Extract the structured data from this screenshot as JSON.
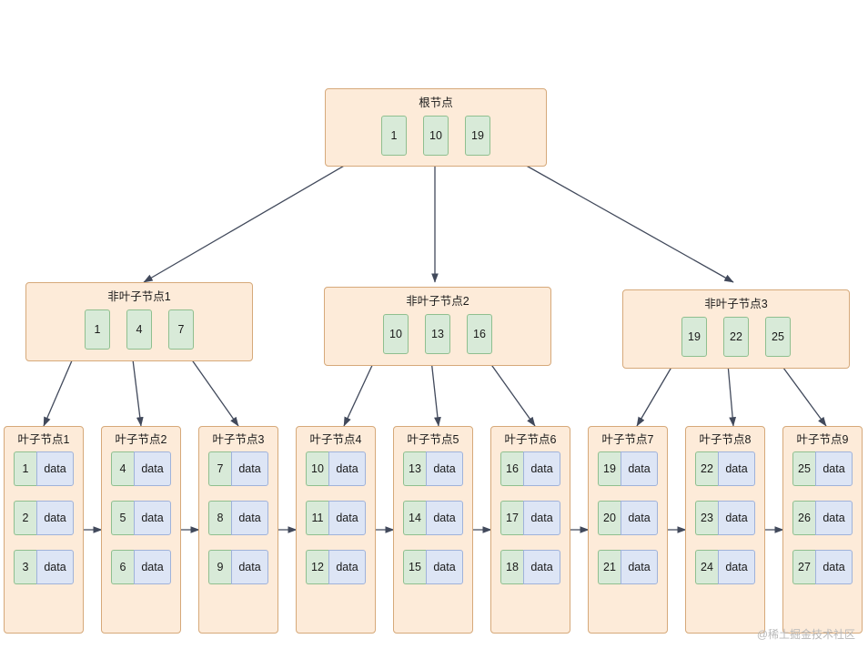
{
  "diagram": {
    "title_root": "根节点",
    "root": {
      "label": "根节点",
      "keys": [
        "1",
        "10",
        "19"
      ]
    },
    "internals": [
      {
        "label": "非叶子节点1",
        "keys": [
          "1",
          "4",
          "7"
        ]
      },
      {
        "label": "非叶子节点2",
        "keys": [
          "10",
          "13",
          "16"
        ]
      },
      {
        "label": "非叶子节点3",
        "keys": [
          "19",
          "22",
          "25"
        ]
      }
    ],
    "leaves": [
      {
        "label": "叶子节点1",
        "rows": [
          {
            "key": "1",
            "value": "data"
          },
          {
            "key": "2",
            "value": "data"
          },
          {
            "key": "3",
            "value": "data"
          }
        ]
      },
      {
        "label": "叶子节点2",
        "rows": [
          {
            "key": "4",
            "value": "data"
          },
          {
            "key": "5",
            "value": "data"
          },
          {
            "key": "6",
            "value": "data"
          }
        ]
      },
      {
        "label": "叶子节点3",
        "rows": [
          {
            "key": "7",
            "value": "data"
          },
          {
            "key": "8",
            "value": "data"
          },
          {
            "key": "9",
            "value": "data"
          }
        ]
      },
      {
        "label": "叶子节点4",
        "rows": [
          {
            "key": "10",
            "value": "data"
          },
          {
            "key": "11",
            "value": "data"
          },
          {
            "key": "12",
            "value": "data"
          }
        ]
      },
      {
        "label": "叶子节点5",
        "rows": [
          {
            "key": "13",
            "value": "data"
          },
          {
            "key": "14",
            "value": "data"
          },
          {
            "key": "15",
            "value": "data"
          }
        ]
      },
      {
        "label": "叶子节点6",
        "rows": [
          {
            "key": "16",
            "value": "data"
          },
          {
            "key": "17",
            "value": "data"
          },
          {
            "key": "18",
            "value": "data"
          }
        ]
      },
      {
        "label": "叶子节点7",
        "rows": [
          {
            "key": "19",
            "value": "data"
          },
          {
            "key": "20",
            "value": "data"
          },
          {
            "key": "21",
            "value": "data"
          }
        ]
      },
      {
        "label": "叶子节点8",
        "rows": [
          {
            "key": "22",
            "value": "data"
          },
          {
            "key": "23",
            "value": "data"
          },
          {
            "key": "24",
            "value": "data"
          }
        ]
      },
      {
        "label": "叶子节点9",
        "rows": [
          {
            "key": "25",
            "value": "data"
          },
          {
            "key": "26",
            "value": "data"
          },
          {
            "key": "27",
            "value": "data"
          }
        ]
      }
    ],
    "watermark": "@稀土掘金技术社区",
    "colors": {
      "node_fill": "#fdebd9",
      "node_border": "#d6a97a",
      "key_fill": "#d8ead8",
      "key_border": "#8fbf8f",
      "data_fill": "#dde5f5",
      "data_border": "#9fb2da",
      "edge": "#41495b"
    }
  }
}
